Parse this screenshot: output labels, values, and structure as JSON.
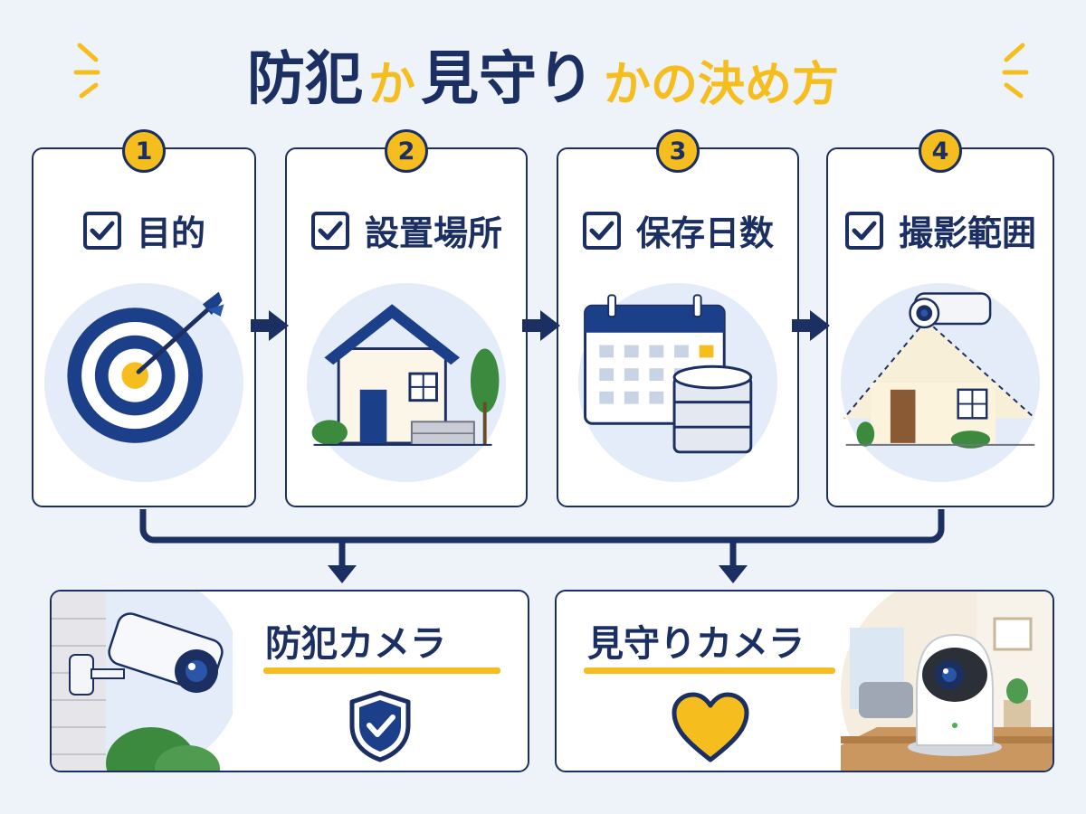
{
  "title": {
    "part1": "防犯",
    "part2": "か",
    "part3": "見守り",
    "part4": "か",
    "part5": "の決め方"
  },
  "steps": [
    {
      "number": "1",
      "label": "目的",
      "icon": "target-icon"
    },
    {
      "number": "2",
      "label": "設置場所",
      "icon": "house-icon"
    },
    {
      "number": "3",
      "label": "保存日数",
      "icon": "calendar-storage-icon"
    },
    {
      "number": "4",
      "label": "撮影範囲",
      "icon": "camera-range-icon"
    }
  ],
  "results": [
    {
      "label": "防犯カメラ",
      "icon": "shield-check-icon"
    },
    {
      "label": "見守りカメラ",
      "icon": "heart-icon"
    }
  ],
  "colors": {
    "navy": "#1c2f63",
    "yellow": "#f5be1e",
    "background": "#eef3fa"
  }
}
